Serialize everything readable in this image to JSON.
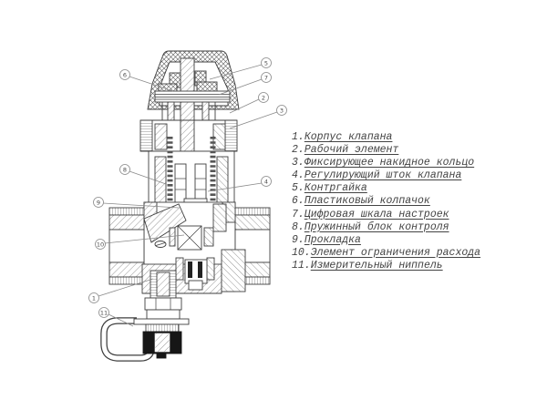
{
  "legend": {
    "items": [
      {
        "number": "1.",
        "label": "Корпус клапана"
      },
      {
        "number": "2.",
        "label": "Рабочий элемент"
      },
      {
        "number": "3.",
        "label": "Фиксирующее накидное кольцо"
      },
      {
        "number": "4.",
        "label": "Регулирующий шток клапана"
      },
      {
        "number": "5.",
        "label": "Контргайка"
      },
      {
        "number": "6.",
        "label": "Пластиковый колпачок"
      },
      {
        "number": "7.",
        "label": "Цифровая шкала настроек"
      },
      {
        "number": "8.",
        "label": "Пружинный блок контроля"
      },
      {
        "number": "9.",
        "label": "Прокладка"
      },
      {
        "number": "10.",
        "label": "Элемент ограничения расхода"
      },
      {
        "number": "11.",
        "label": "Измерительный ниппель"
      }
    ]
  },
  "diagram": {
    "callouts": [
      {
        "number": "6"
      },
      {
        "number": "5"
      },
      {
        "number": "7"
      },
      {
        "number": "2"
      },
      {
        "number": "3"
      },
      {
        "number": "8"
      },
      {
        "number": "4"
      },
      {
        "number": "9"
      },
      {
        "number": "10"
      },
      {
        "number": "1"
      },
      {
        "number": "11"
      }
    ]
  },
  "colors": {
    "line": "#3f3f3f",
    "hatch": "#6a6a6a",
    "text": "#434343",
    "dark_fill": "#161616",
    "background": "#ffffff"
  }
}
